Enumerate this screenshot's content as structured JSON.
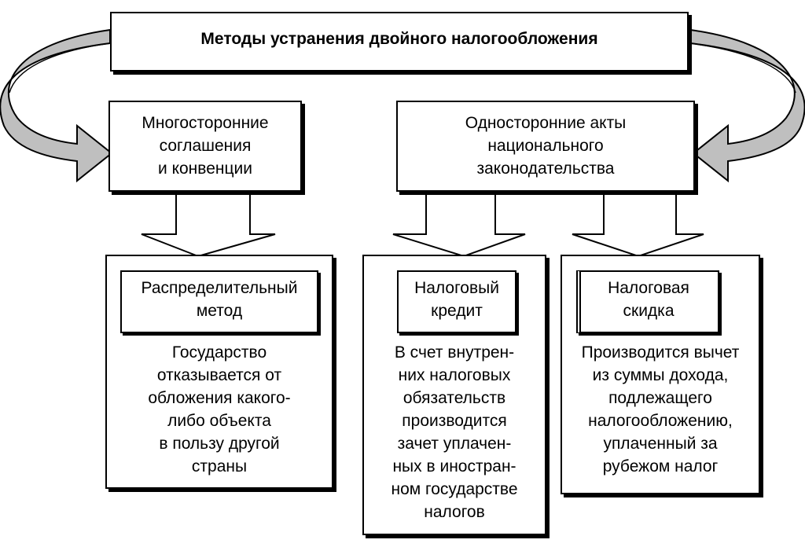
{
  "title": "Методы устранения двойного налогообложения",
  "sources": {
    "left": "Многосторонние\nсоглашения\nи конвенции",
    "right": "Односторонние акты\nнационального\nзаконодательства"
  },
  "methods": [
    {
      "name": "Распределительный\nметод",
      "description": "Государство\nотказывается от\nобложения какого-\nлибо объекта\nв пользу другой\nстраны"
    },
    {
      "name": "Налоговый\nкредит",
      "description": "В счет внутрен-\nних налоговых\nобязательств\nпроизводится\nзачет уплачен-\nных в иностран-\nном государстве\nналогов"
    },
    {
      "name": "Налоговая\nскидка",
      "description": "Производится вычет\nиз суммы дохода,\nподлежащего\nналогообложению,\nуплаченный за\nрубежом налог"
    }
  ]
}
